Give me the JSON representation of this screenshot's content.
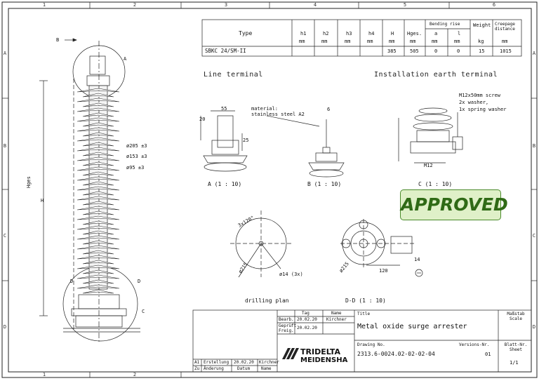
{
  "zones": {
    "columns": [
      "1",
      "2",
      "3",
      "4",
      "5",
      "6"
    ],
    "rows": [
      "A",
      "B",
      "C",
      "D"
    ]
  },
  "spec_table": {
    "headers": {
      "type": "Type",
      "h1": "h1",
      "h2": "h2",
      "h3": "h3",
      "h4": "h4",
      "h": "H",
      "hges": "Hges.",
      "bending_group": "Bending rise",
      "a": "a",
      "l": "l",
      "weight": "Weight",
      "creepage": "Creepage distance"
    },
    "units": {
      "h1": "mm",
      "h2": "mm",
      "h3": "mm",
      "h4": "mm",
      "h": "mm",
      "hges": "mm",
      "a": "mm",
      "l": "mm",
      "weight": "kg",
      "creepage": "mm"
    },
    "row": {
      "type": "SBKC 24/SM-II",
      "h1": "",
      "h2": "",
      "h3": "",
      "h4": "",
      "h": "385",
      "hges": "505",
      "a": "0",
      "l": "0",
      "weight": "15",
      "creepage": "1015"
    }
  },
  "arrester": {
    "label_b": "B",
    "label_a": "A",
    "label_d": "D",
    "label_c": "C",
    "dim_hges": "Hges",
    "dim_h": "H",
    "diam_1": "ø205 ±3",
    "diam_2": "ø153 ±3",
    "diam_3": "ø95 ±3"
  },
  "line_terminal": {
    "heading": "Line terminal",
    "material_label": "material:",
    "material_value": "stainless steel A2",
    "dim_55": "55",
    "dim_20": "20",
    "dim_25": "25",
    "dim_6": "6",
    "view_a": "A (1 : 10)",
    "view_b": "B (1 : 10)"
  },
  "earth_terminal": {
    "heading": "Installation earth terminal",
    "screw": "M12x50mm screw",
    "washer": "2x washer,",
    "spring": "1x spring washer",
    "m12": "M12",
    "view_c": "C (1 : 10)"
  },
  "drilling_plan": {
    "angle": "3x120°",
    "diameter": "ø215",
    "holes": "ø14 (3x)",
    "caption": "drilling plan"
  },
  "view_d": {
    "dim_120": "120",
    "dim_14": "14",
    "dim_215": "ø215",
    "caption": "D-D (1 : 10)"
  },
  "approved_stamp": "APPROVED",
  "title_block": {
    "tag_header": "Tag",
    "name_header": "Name",
    "bearb_label": "Bearb.",
    "bearb_date": "20.02.20",
    "bearb_name": "Kirchner",
    "gepr_label": "Geprüft Freig.",
    "gepr_date": "20.02.20",
    "title_label": "Title",
    "title_value": "Metal oxide surge arrester",
    "scale_label": "Maßstab Scale",
    "drawing_label": "Drawing No.",
    "drawing_value": "2313.6-0024.02-02-02-04",
    "version_label": "Versions-Nr.",
    "version_value": "01",
    "sheet_label": "Blatt-Nr. Sheet",
    "sheet_value": "1/1",
    "rev_a1": "A1",
    "rev_erstellung": "Erstellung",
    "rev_date": "20.02.20",
    "rev_name": "Kirchner",
    "rev_zu": "Zu",
    "rev_aenderung": "Änderung",
    "rev_datum": "Datum",
    "rev_name_h": "Name",
    "logo_line1": "TRIDELTA",
    "logo_line2": "MEIDENSHA"
  }
}
